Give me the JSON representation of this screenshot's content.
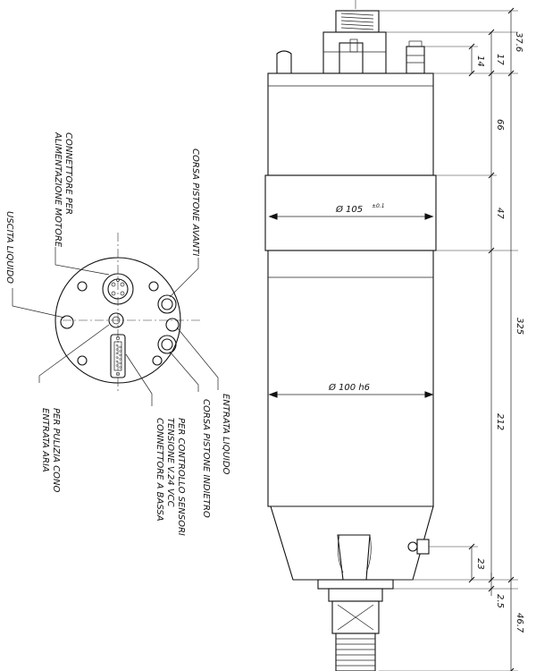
{
  "labels": {
    "motor_power_connector": [
      "CONNETTORE PER",
      "ALIMENTAZIONE MOTORE"
    ],
    "piston_forward": [
      "CORSA PISTONE AVANTI"
    ],
    "liquid_outlet": [
      "USCITA LIQUIDO"
    ],
    "air_inlet": [
      "ENTRATA ARIA",
      "PER PULIZIA CONO"
    ],
    "low_voltage_connector": [
      "CONNETTORE A BASSA",
      "TENSIONE V.24 VCC",
      "PER CONTROLLO SENSORI"
    ],
    "piston_back": [
      "CORSA PISTONE INDIETRO"
    ],
    "liquid_inlet": [
      "ENTRATA LIQUIDO"
    ]
  },
  "dimensions": {
    "d_37_6": "37.6",
    "d_17": "17",
    "d_14": "14",
    "d_66": "66",
    "d_47": "47",
    "d_325": "325",
    "d_212": "212",
    "d_23": "23",
    "d_2_5": "2.5",
    "d_46_7": "46.7",
    "dia_105": "Ø 105",
    "dia_105_tol": "±0.1",
    "dia_100": "Ø 100 h6"
  }
}
